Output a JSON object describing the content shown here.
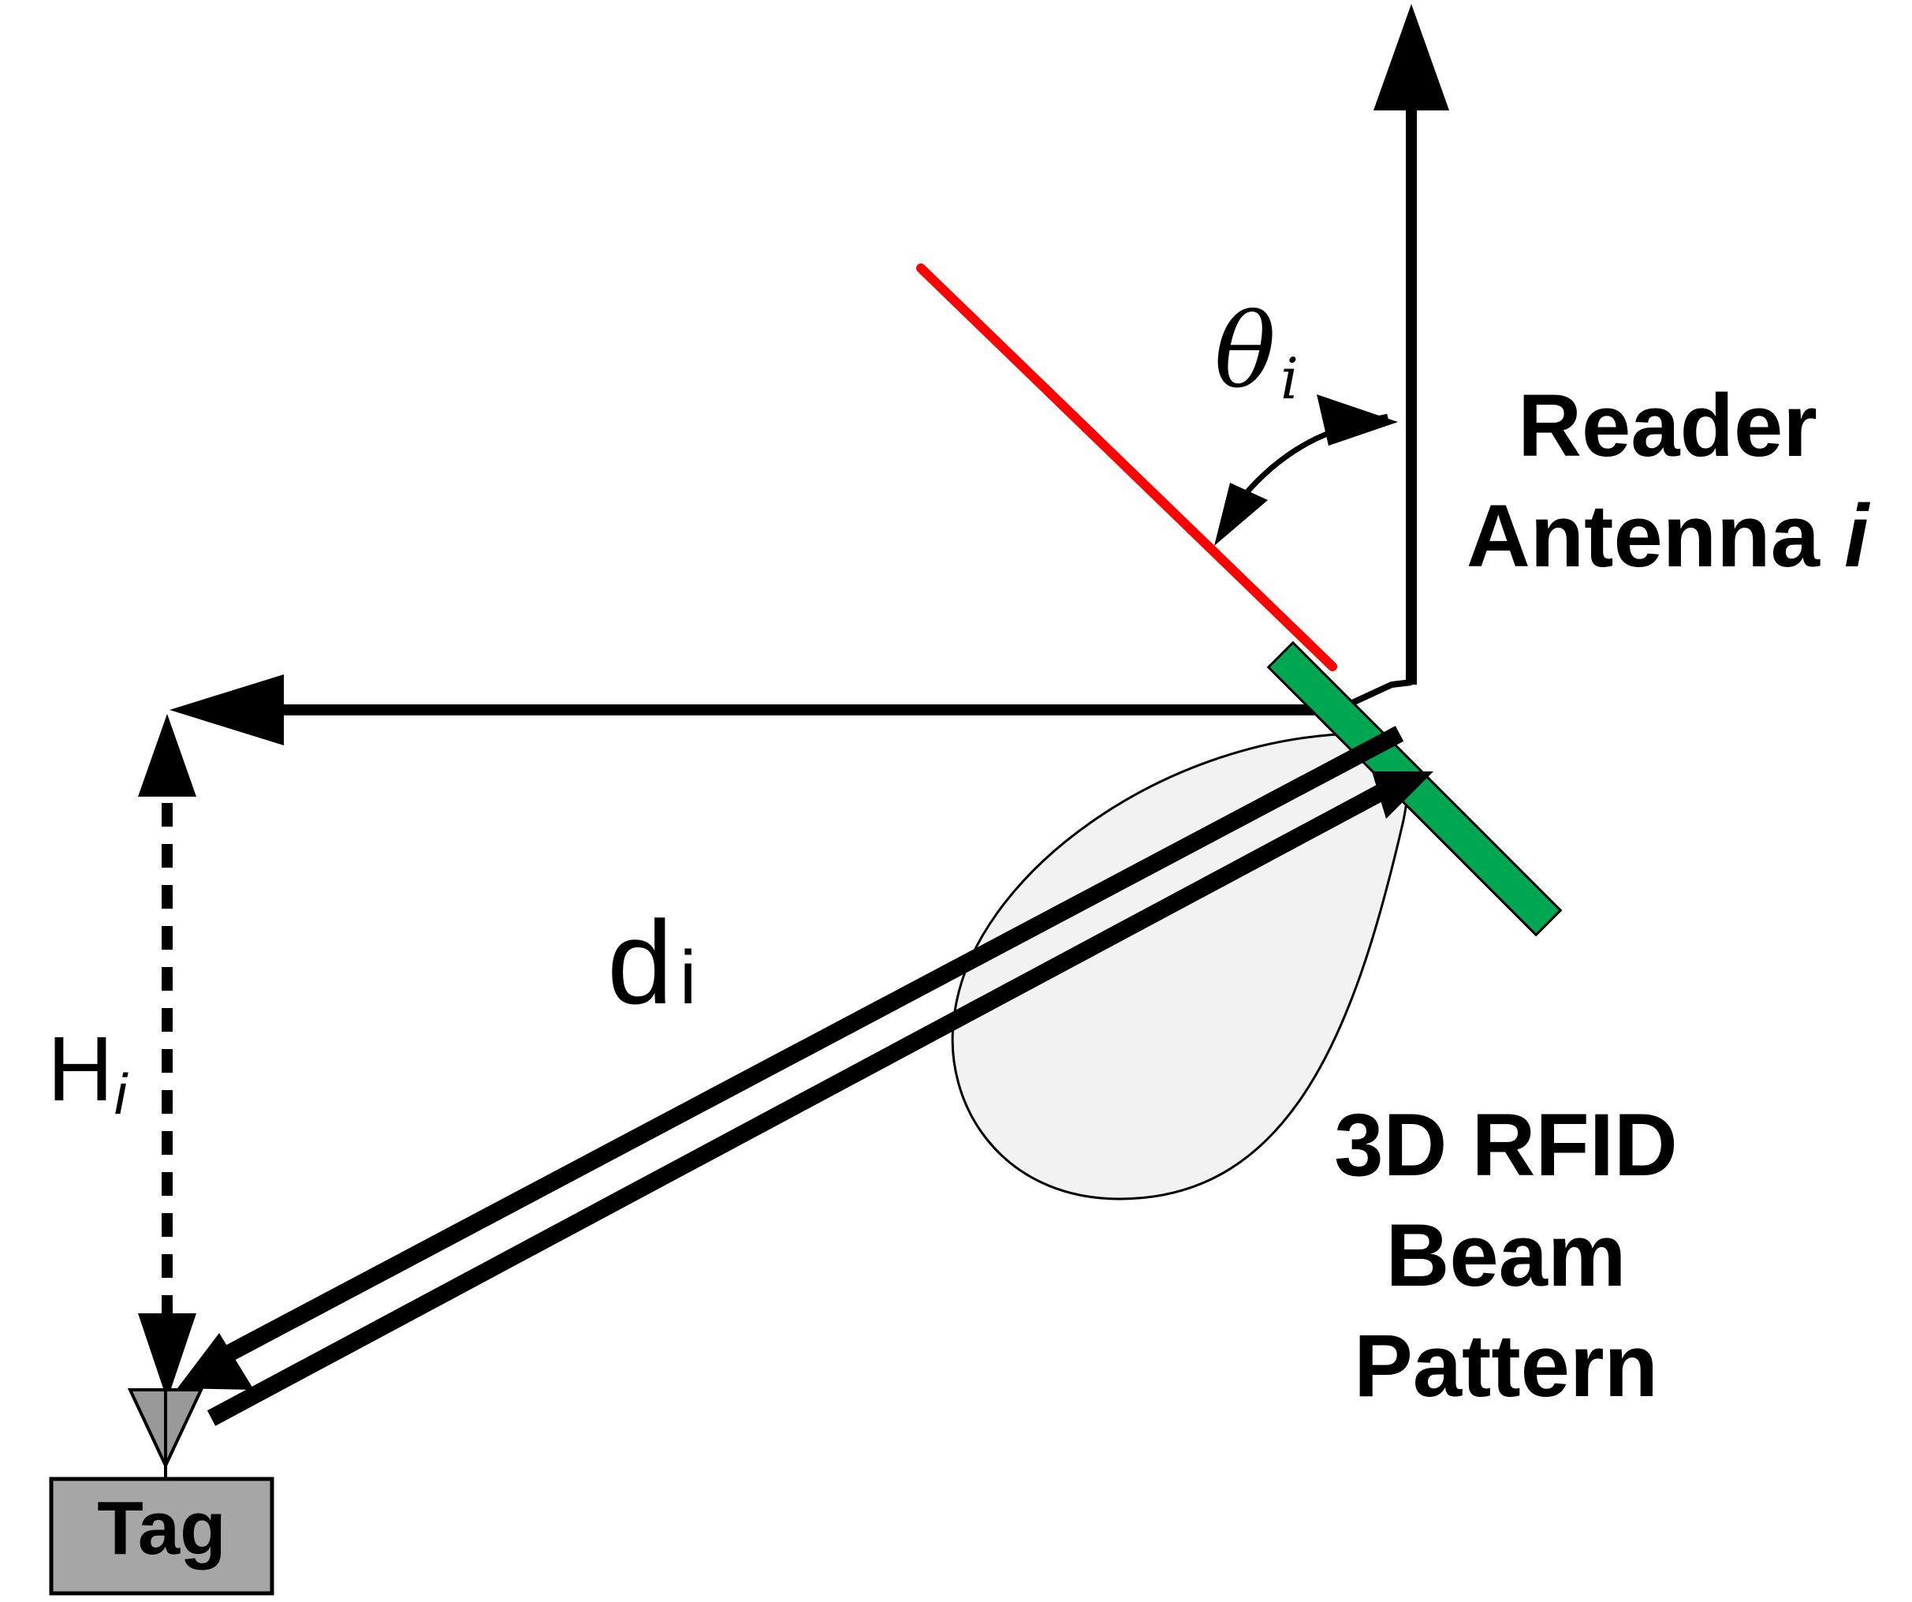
{
  "labels": {
    "reader_line1": "Reader",
    "reader_line2": "Antenna",
    "reader_index": "i",
    "beam_line1": "3D RFID",
    "beam_line2": "Beam",
    "beam_line3": "Pattern",
    "tag": "Tag",
    "theta": "θ",
    "theta_sub": "i",
    "d": "d",
    "d_sub": "i",
    "h": "H",
    "h_sub": "i"
  },
  "colors": {
    "antenna_fill": "#00a651",
    "boresight_line": "#ff0000",
    "beam_fill": "#f2f2f2",
    "tag_fill": "#a6a6a6",
    "tag_icon_fill": "#999999",
    "stroke": "#000000"
  }
}
